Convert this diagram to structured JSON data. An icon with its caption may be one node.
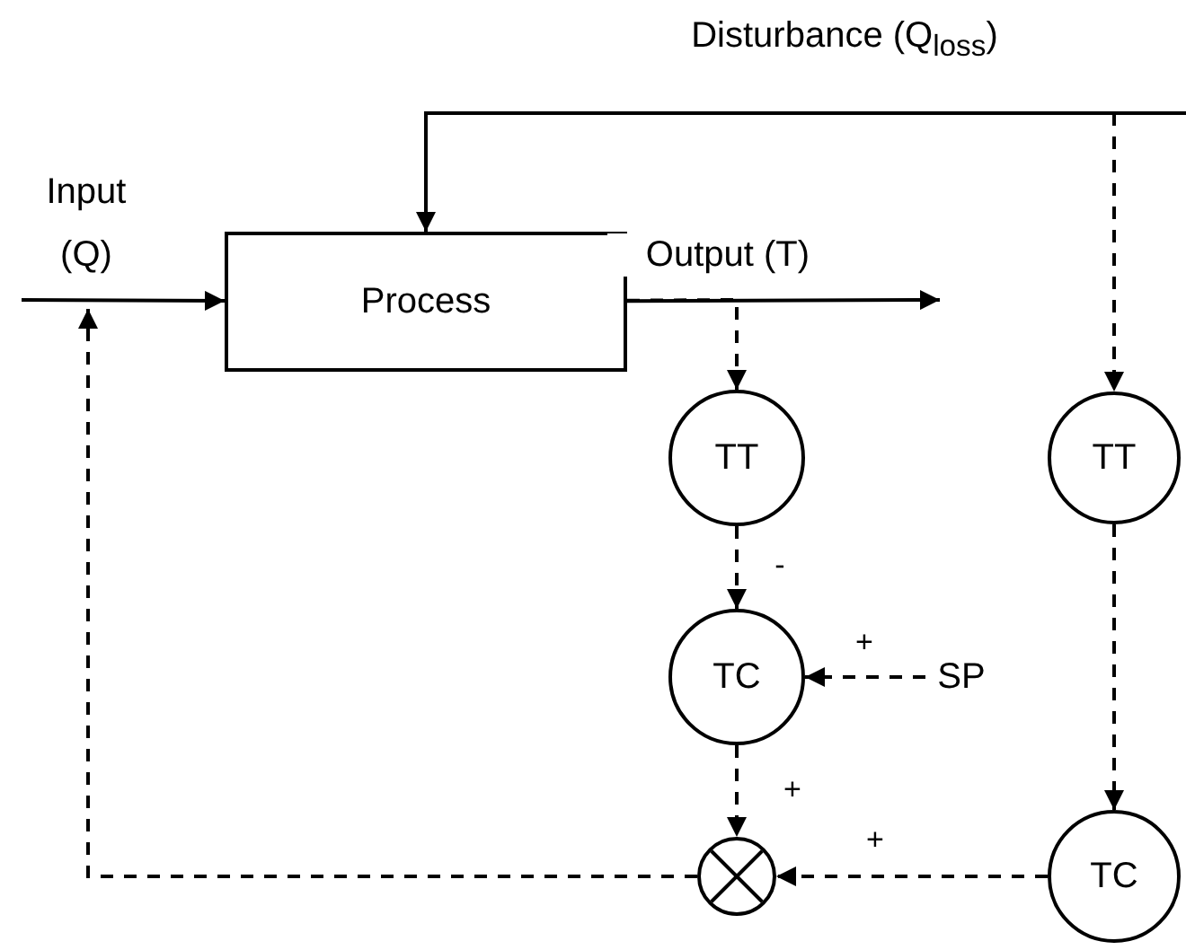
{
  "diagram": {
    "nodes": [
      {
        "text": [
          "Process"
        ]
      },
      {
        "text": [
          "TT"
        ]
      },
      {
        "text": [
          "TT"
        ]
      },
      {
        "text": [
          "TC"
        ]
      },
      {
        "text": [
          "SP"
        ]
      },
      {
        "text": [],
        "shape": "circle"
      },
      {
        "text": [
          "TC"
        ]
      }
    ],
    "edges": [
      {
        "from": null,
        "to": 0,
        "arrow": "to",
        "label": "Input (Q)"
      },
      {
        "from": 0,
        "to": null,
        "arrow": "to",
        "label": "Output (T)"
      },
      {
        "from": null,
        "to": 0,
        "arrow": "to",
        "label": "Disturbance (Q$_{loss}$)"
      },
      {
        "from": 0,
        "to": 1,
        "arrow": "to",
        "style": "dashed"
      },
      {
        "from": null,
        "to": 2,
        "arrow": "to",
        "style": "dashed"
      },
      {
        "from": 1,
        "to": 3,
        "arrow": "to",
        "style": "dashed",
        "label": "-"
      },
      {
        "from": 4,
        "to": 3,
        "arrow": "to",
        "style": "dashed",
        "label": "+"
      },
      {
        "from": 3,
        "to": 5,
        "arrow": "to",
        "style": "dashed",
        "label": "+"
      },
      {
        "from": 2,
        "to": 6,
        "arrow": "to",
        "style": "dashed"
      },
      {
        "from": 6,
        "to": 5,
        "arrow": "to",
        "style": "dashed",
        "label": "+"
      },
      {
        "from": 5,
        "to": null,
        "arrow": "to",
        "style": "dashed"
      }
    ]
  }
}
